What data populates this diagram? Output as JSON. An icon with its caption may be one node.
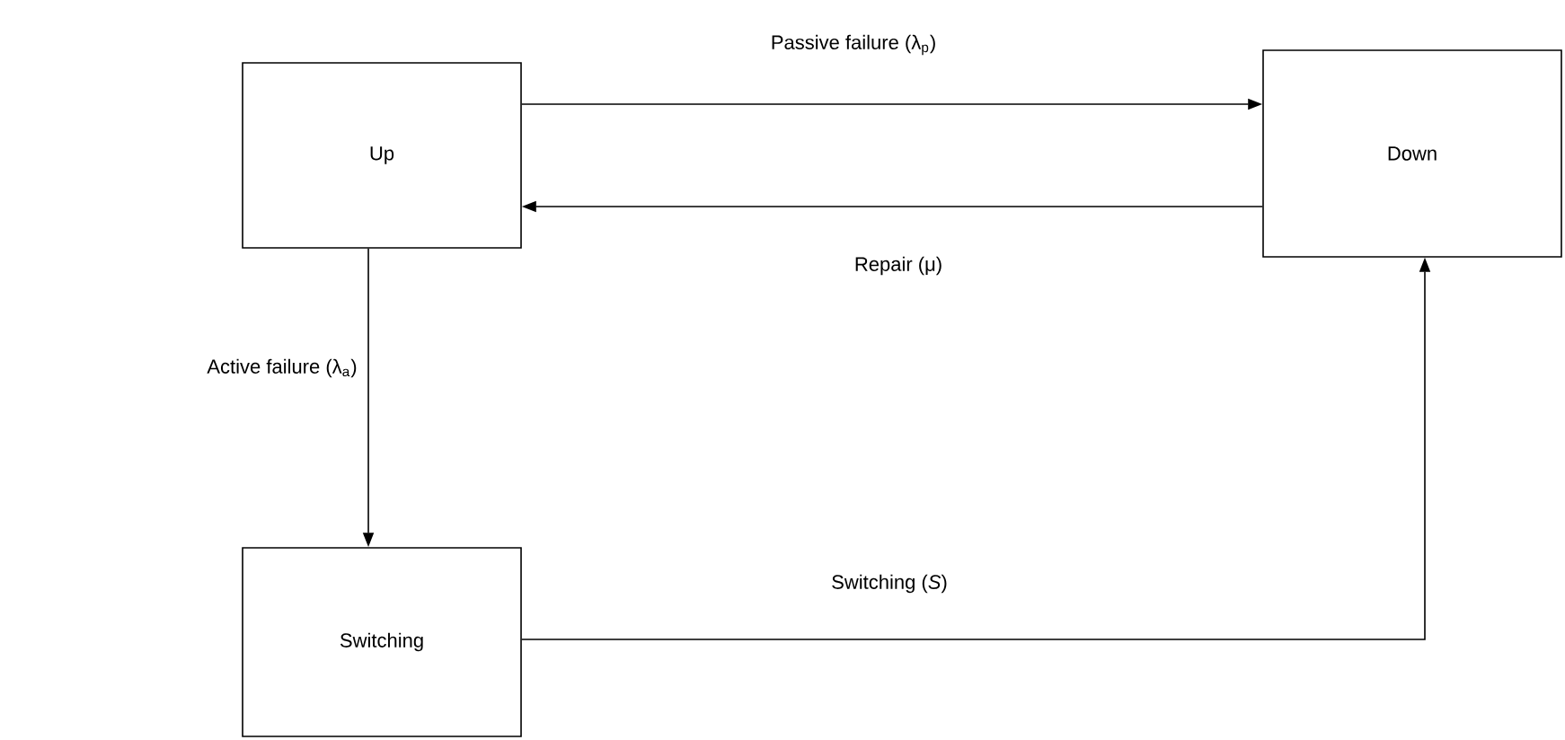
{
  "diagram": {
    "nodes": [
      {
        "text": [
          "Up"
        ]
      },
      {
        "text": [
          "Down"
        ]
      },
      {
        "text": [
          "Switching"
        ]
      }
    ],
    "edges": [
      {
        "from": 0,
        "to": 1,
        "arrow": "to",
        "label": "Passive failure (λ$_{p}$)"
      },
      {
        "from": 1,
        "to": 0,
        "arrow": "to",
        "label": "Repair (μ)"
      },
      {
        "from": 0,
        "to": 2,
        "arrow": "to",
        "label": "Active failure (λ$_{a}$)"
      },
      {
        "from": 2,
        "to": 1,
        "arrow": "to",
        "label": "Switching (*S*)"
      }
    ]
  }
}
